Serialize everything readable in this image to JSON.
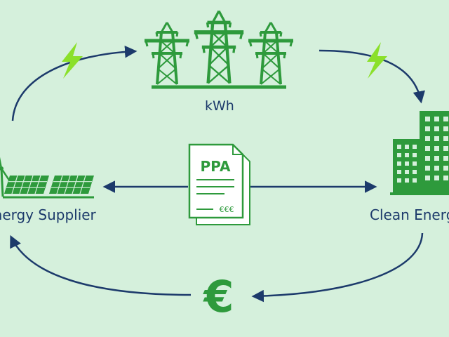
{
  "labels": {
    "grid": "kWh",
    "supplier": "Energy Supplier",
    "consumer": "Clean Energy",
    "contract": "PPA",
    "contract_amount": "€€€",
    "payment": "€"
  },
  "icons": {
    "grid": "power-pylon-icon",
    "supplier_solar": "solar-panel-icon",
    "supplier_wind": "wind-turbine-icon",
    "consumer": "office-building-icon",
    "contract": "document-icon",
    "payment": "euro-icon",
    "energy": "lightning-bolt-icon"
  },
  "colors": {
    "background": "#d5f0dc",
    "green": "#2e9a3c",
    "lightning": "#8be02a",
    "arrow": "#1c3a6b",
    "label": "#1c3a6b"
  }
}
